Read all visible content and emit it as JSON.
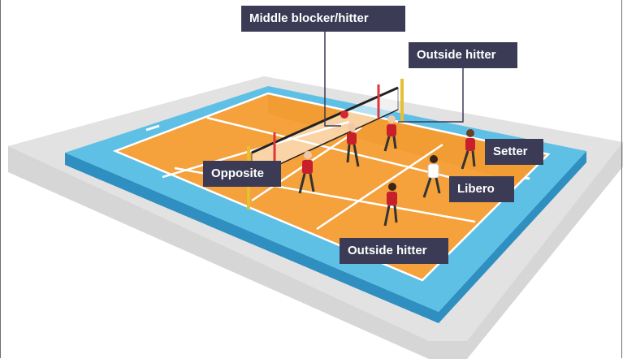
{
  "labels": {
    "middle_blocker": "Middle blocker/hitter",
    "outside_hitter_top": "Outside hitter",
    "setter": "Setter",
    "opposite": "Opposite",
    "libero": "Libero",
    "outside_hitter_bottom": "Outside hitter"
  },
  "colors": {
    "court": "#f5a13c",
    "court_shade": "#e8892a",
    "free_zone": "#5fc0e6",
    "platform": "#dcdcdc",
    "label_bg": "#3b3b55",
    "jersey": "#c7202b",
    "libero_jersey": "#ffffff"
  }
}
